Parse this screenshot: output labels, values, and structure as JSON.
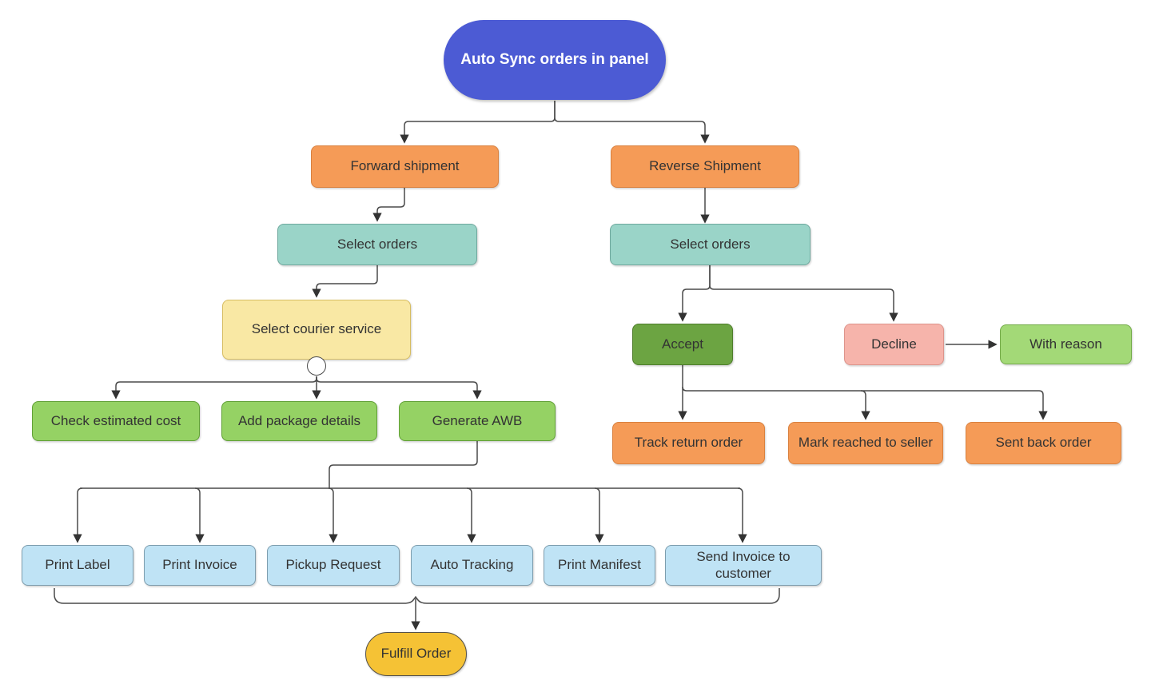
{
  "diagram": {
    "title": "Auto Sync orders in panel",
    "connector": {
      "color": "#4a4a4a",
      "arrow_color": "#333333"
    },
    "nodes": {
      "start": {
        "label": "Auto Sync orders in panel",
        "fill": "#4c5bd4",
        "text": "#ffffff"
      },
      "forward": {
        "label": "Forward shipment",
        "fill": "#f59b57",
        "border": "#d9813f"
      },
      "reverse": {
        "label": "Reverse Shipment",
        "fill": "#f59b57",
        "border": "#d9813f"
      },
      "selectFwd": {
        "label": "Select orders",
        "fill": "#9ad4c8",
        "border": "#6fa99e"
      },
      "selectRev": {
        "label": "Select orders",
        "fill": "#9ad4c8",
        "border": "#6fa99e"
      },
      "courier": {
        "label": "Select courier service",
        "fill": "#f9e8a4",
        "border": "#d7bd62"
      },
      "checkCost": {
        "label": "Check estimated cost",
        "fill": "#95d264",
        "border": "#61a036"
      },
      "addPackage": {
        "label": "Add package details",
        "fill": "#95d264",
        "border": "#61a036"
      },
      "generateAwb": {
        "label": "Generate AWB",
        "fill": "#95d264",
        "border": "#61a036"
      },
      "accept": {
        "label": "Accept",
        "fill": "#6ca442",
        "border": "#4e7d2b"
      },
      "decline": {
        "label": "Decline",
        "fill": "#f6b4ab",
        "border": "#dd948b"
      },
      "withReason": {
        "label": "With reason",
        "fill": "#a3d977",
        "border": "#74ab49"
      },
      "trackReturn": {
        "label": "Track return order",
        "fill": "#f59b57",
        "border": "#d9813f"
      },
      "markReached": {
        "label": "Mark reached to seller",
        "fill": "#f59b57",
        "border": "#d9813f"
      },
      "sentBack": {
        "label": "Sent back order",
        "fill": "#f59b57",
        "border": "#d9813f"
      },
      "printLabel": {
        "label": "Print Label",
        "fill": "#bfe3f5",
        "border": "#7d9dae"
      },
      "printInvoice": {
        "label": "Print Invoice",
        "fill": "#bfe3f5",
        "border": "#7d9dae"
      },
      "pickupRequest": {
        "label": "Pickup Request",
        "fill": "#bfe3f5",
        "border": "#7d9dae"
      },
      "autoTracking": {
        "label": "Auto Tracking",
        "fill": "#bfe3f5",
        "border": "#7d9dae"
      },
      "printManifest": {
        "label": "Print Manifest",
        "fill": "#bfe3f5",
        "border": "#7d9dae"
      },
      "sendInvoice": {
        "label": "Send Invoice to customer",
        "fill": "#bfe3f5",
        "border": "#7d9dae"
      },
      "fulfill": {
        "label": "Fulfill Order",
        "fill": "#f5c235",
        "border": "#55524a"
      }
    },
    "edges": [
      {
        "from": "start",
        "to": "forward"
      },
      {
        "from": "start",
        "to": "reverse"
      },
      {
        "from": "forward",
        "to": "selectFwd"
      },
      {
        "from": "selectFwd",
        "to": "courier"
      },
      {
        "from": "courier",
        "to": "checkCost"
      },
      {
        "from": "courier",
        "to": "addPackage"
      },
      {
        "from": "courier",
        "to": "generateAwb"
      },
      {
        "from": "generateAwb",
        "to": "printLabel"
      },
      {
        "from": "generateAwb",
        "to": "printInvoice"
      },
      {
        "from": "generateAwb",
        "to": "pickupRequest"
      },
      {
        "from": "generateAwb",
        "to": "autoTracking"
      },
      {
        "from": "generateAwb",
        "to": "printManifest"
      },
      {
        "from": "generateAwb",
        "to": "sendInvoice"
      },
      {
        "from": "printLabel",
        "to": "fulfill"
      },
      {
        "from": "printInvoice",
        "to": "fulfill"
      },
      {
        "from": "pickupRequest",
        "to": "fulfill"
      },
      {
        "from": "autoTracking",
        "to": "fulfill"
      },
      {
        "from": "printManifest",
        "to": "fulfill"
      },
      {
        "from": "sendInvoice",
        "to": "fulfill"
      },
      {
        "from": "reverse",
        "to": "selectRev"
      },
      {
        "from": "selectRev",
        "to": "accept"
      },
      {
        "from": "selectRev",
        "to": "decline"
      },
      {
        "from": "decline",
        "to": "withReason"
      },
      {
        "from": "accept",
        "to": "trackReturn"
      },
      {
        "from": "accept",
        "to": "markReached"
      },
      {
        "from": "accept",
        "to": "sentBack"
      }
    ]
  }
}
